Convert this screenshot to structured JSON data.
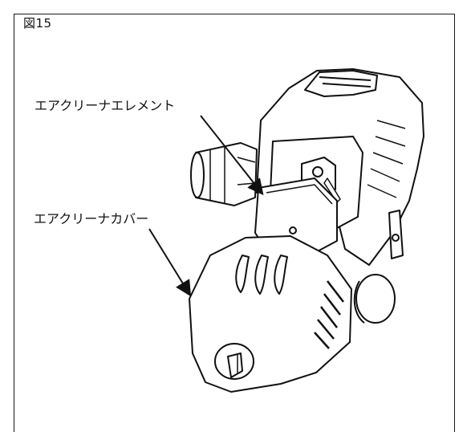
{
  "figure": {
    "label": "図15"
  },
  "callouts": {
    "air_cleaner_element": "エアクリーナエレメント",
    "air_cleaner_cover": "エアクリーナカバー"
  },
  "colors": {
    "line": "#111111",
    "fill": "#ffffff",
    "shade": "#2a2a2a"
  }
}
